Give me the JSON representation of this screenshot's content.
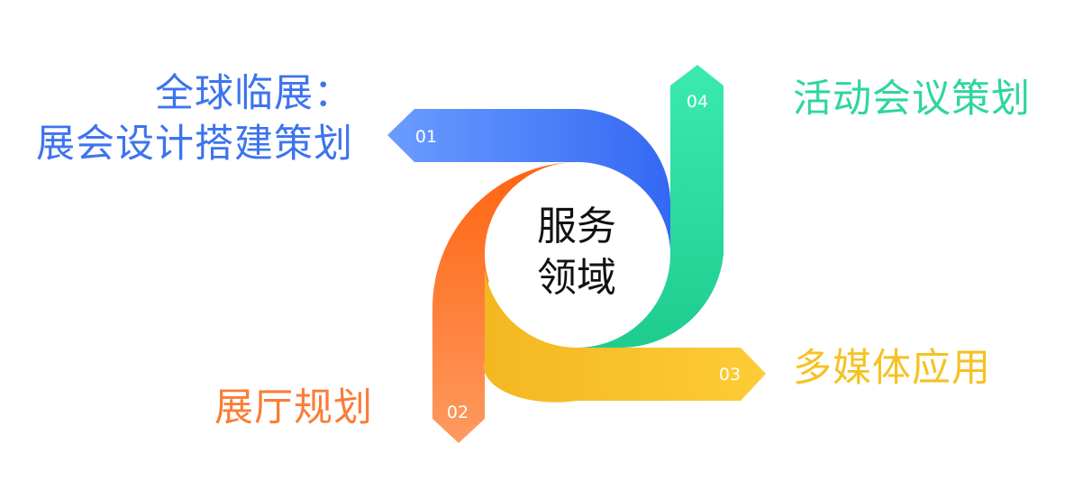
{
  "center": {
    "line1": "服务",
    "line2": "领域"
  },
  "segments": [
    {
      "number": "01",
      "label_lines": [
        "全球临展：",
        "展会设计搭建策划"
      ],
      "color": "#3d74ee"
    },
    {
      "number": "02",
      "label_lines": [
        "展厅规划"
      ],
      "color": "#fa7d36"
    },
    {
      "number": "03",
      "label_lines": [
        "多媒体应用"
      ],
      "color": "#f5c222"
    },
    {
      "number": "04",
      "label_lines": [
        "活动会议策划"
      ],
      "color": "#2fd69d"
    }
  ]
}
